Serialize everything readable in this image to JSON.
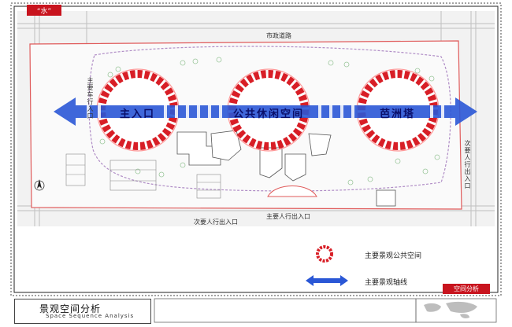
{
  "corner_badge": "“水”",
  "road_labels": {
    "top": "市政道路",
    "bottom_center": "主要人行出入口",
    "bottom_left": "次要人行出入口",
    "left_vertical": "主要车行入口",
    "right_vertical": "次要人行出入口"
  },
  "axis_labels": {
    "left": "主入口",
    "middle": "公共休闲空间",
    "right": "芭洲塔"
  },
  "legend": {
    "public_space": "主要景观公共空间",
    "axis": "主要景观轴线"
  },
  "section_badge": "空间分析",
  "title": {
    "cn": "景观空间分析",
    "en": "Space Sequence Analysis"
  },
  "colors": {
    "accent_red": "#c8141e",
    "axis_blue": "#2a57d6",
    "site_red": "#e05a5a"
  }
}
